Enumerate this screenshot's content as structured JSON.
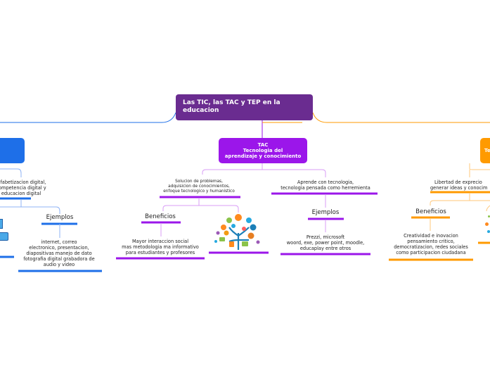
{
  "root": {
    "title": "Las TIC, las TAC y TEP en la educacion"
  },
  "left": {
    "desc": [
      "alfabetizacion digital,",
      "competencia digital y",
      "educacion digital"
    ],
    "ejemplos_label": "Ejemplos",
    "ejemplos_text": [
      "internet, correo",
      "electronico, presentacion,",
      "diapositivas manejo de dato",
      "fotografia digital grabadora de",
      "audio y video"
    ]
  },
  "tac": {
    "title": [
      "TAC",
      "Tecnologia del",
      "aprendizaje y conocimiento"
    ],
    "branch1_text": [
      "Solucion de problemas,",
      "adquisicion de conocimientos,",
      "enfoque tecnologico y humanistico"
    ],
    "beneficios_label": "Beneficios",
    "beneficios_text": [
      "Mayor interaccion social",
      "mas metodologia ma informativo",
      "para estudiantes y profesores"
    ],
    "branch2_text": [
      "Aprende con tecnologia,",
      "tecnologia pensada como herremienta"
    ],
    "ejemplos_label": "Ejemplos",
    "ejemplos_text": [
      "Prezzi, microsoft",
      "woord, exe, power point, moodle,",
      "educaplay entre otros"
    ]
  },
  "tep": {
    "title_fragment": "Te",
    "desc": [
      "Libertad de exprecio",
      "generar  ideas y conocim"
    ],
    "beneficios_label": "Beneficios",
    "beneficios_text": [
      "Creatividad e inovacion",
      "pensamiento critico,",
      "democratizacion, redes sociales",
      "como participacion ciudadana"
    ]
  },
  "colors": {
    "root": "#6a2c90",
    "tic": "#1e6fe8",
    "tac": "#9b16ea",
    "tep": "#ff9a00"
  }
}
